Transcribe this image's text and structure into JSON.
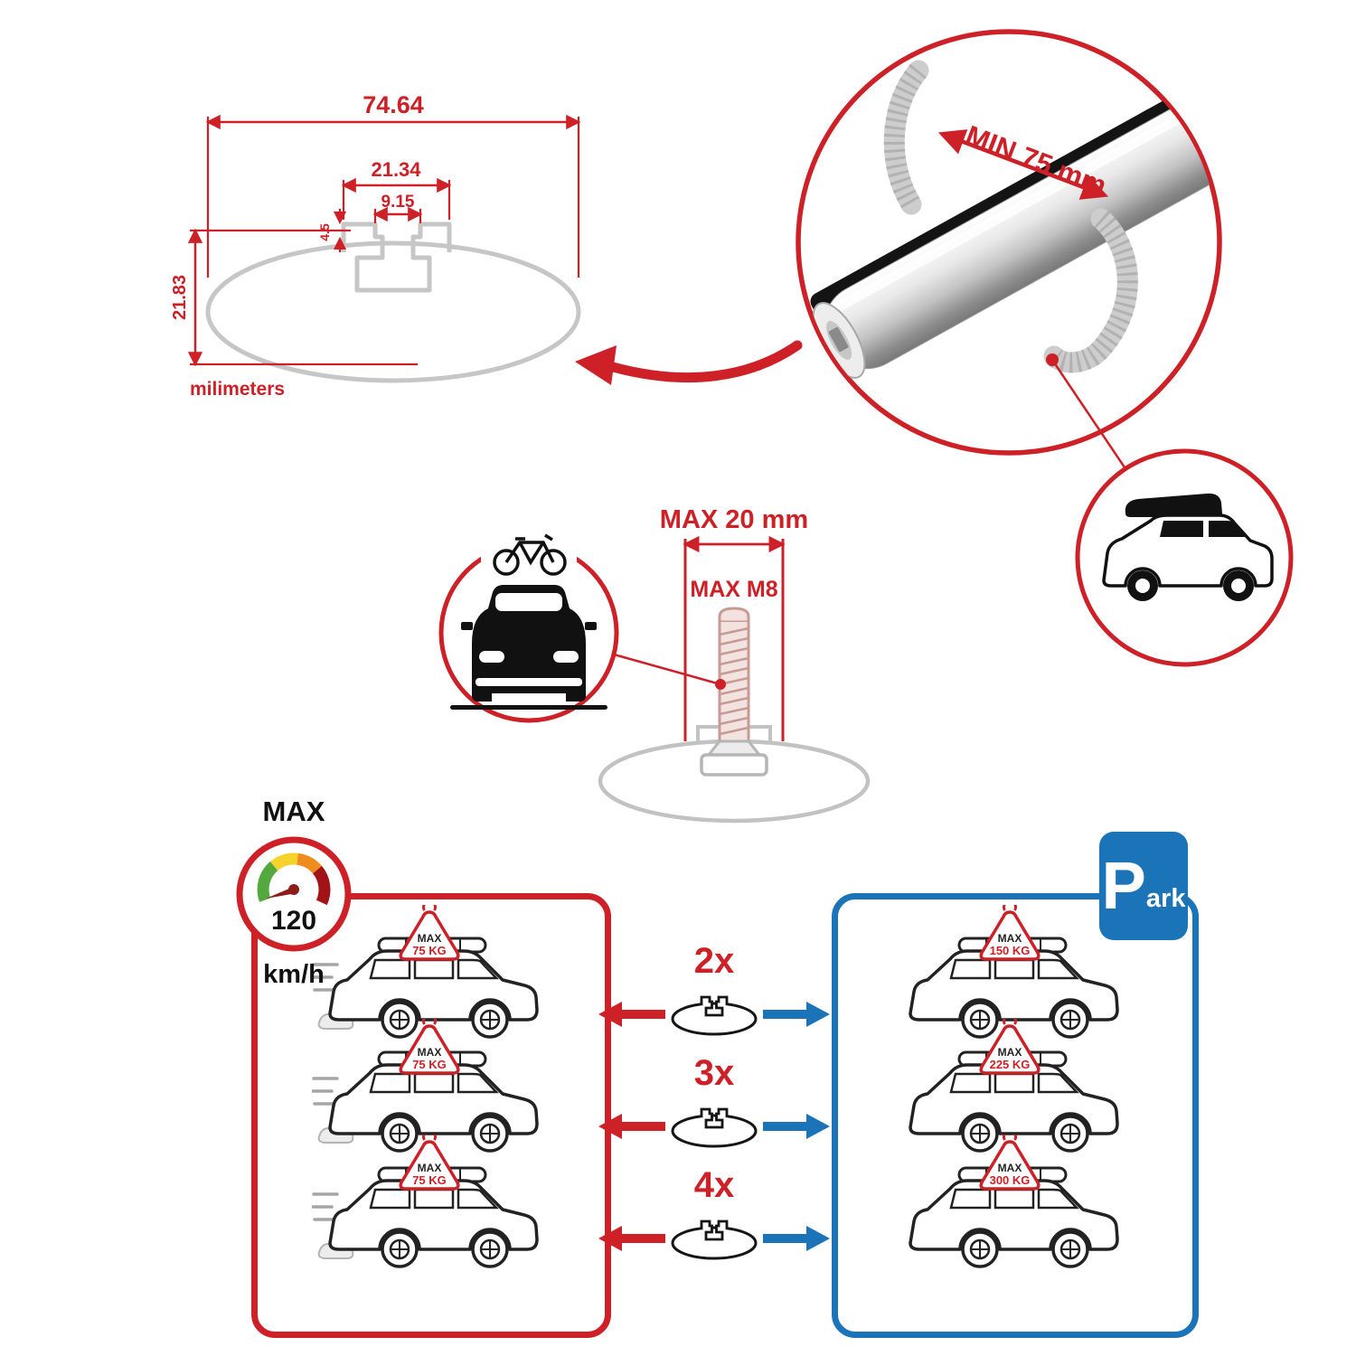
{
  "colors": {
    "red": "#cd2027",
    "blue": "#1b74b8",
    "gray": "#c6c6c6",
    "black": "#111111"
  },
  "cross_section": {
    "width_mm": "74.64",
    "slot_outer_mm": "21.34",
    "slot_opening_mm": "9.15",
    "lip_mm": "4.5",
    "height_mm": "21.83",
    "unit_label": "milimeters"
  },
  "bar_detail": {
    "min_span": "MIN 75 mm"
  },
  "mount": {
    "max_width": "MAX 20 mm",
    "max_bolt": "MAX M8"
  },
  "speed": {
    "label": "MAX",
    "value": "120",
    "unit": "km/h"
  },
  "parking": {
    "letter": "P",
    "suffix": "ark"
  },
  "rows": [
    {
      "qty": "2x",
      "drive": {
        "title": "MAX",
        "load": "75 KG"
      },
      "park": {
        "title": "MAX",
        "load": "150 KG"
      }
    },
    {
      "qty": "3x",
      "drive": {
        "title": "MAX",
        "load": "75 KG"
      },
      "park": {
        "title": "MAX",
        "load": "225 KG"
      }
    },
    {
      "qty": "4x",
      "drive": {
        "title": "MAX",
        "load": "75 KG"
      },
      "park": {
        "title": "MAX",
        "load": "300 KG"
      }
    }
  ]
}
